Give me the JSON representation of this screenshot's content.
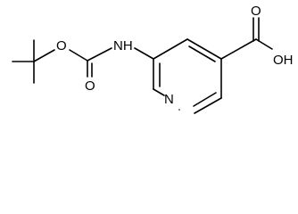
{
  "molecule": {
    "atoms": {
      "o_ester": "O",
      "o_carbonyl": "O",
      "nh": "NH",
      "n_ring": "N",
      "o_acid": "O",
      "oh": "OH"
    },
    "colors": {
      "bond": "#000000",
      "label": "#000000",
      "background": "#ffffff"
    }
  }
}
